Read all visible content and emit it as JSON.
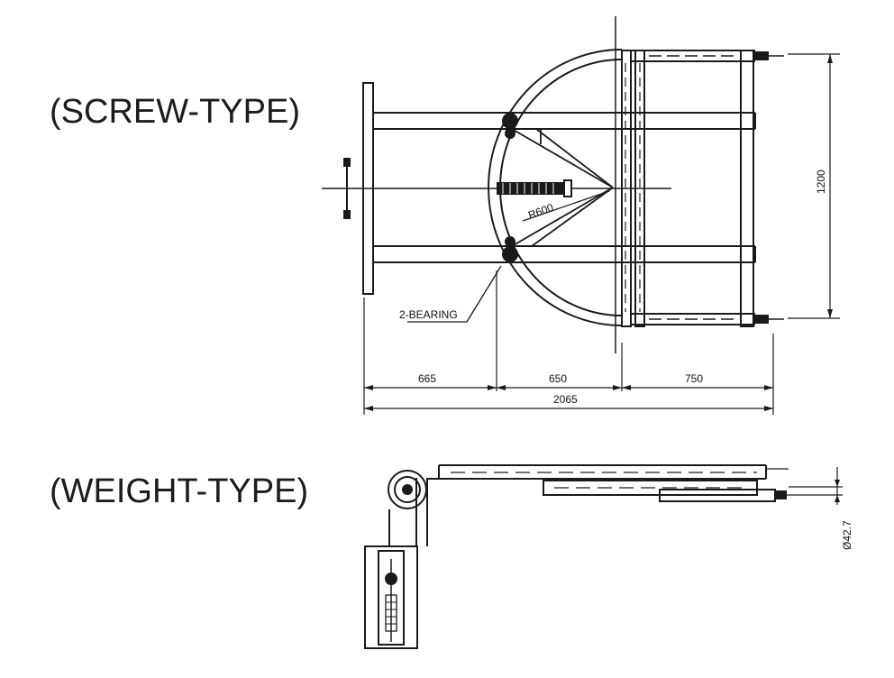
{
  "headings": {
    "screw_type": "(SCREW-TYPE)",
    "weight_type": "(WEIGHT-TYPE)"
  },
  "screw_diagram": {
    "dims": {
      "left": "665",
      "middle": "650",
      "right": "750",
      "total": "2065",
      "height": "1200",
      "radius": "R600"
    },
    "bearing_label": "2-BEARING"
  },
  "weight_diagram": {
    "dim_diameter": "Ø42.7"
  }
}
